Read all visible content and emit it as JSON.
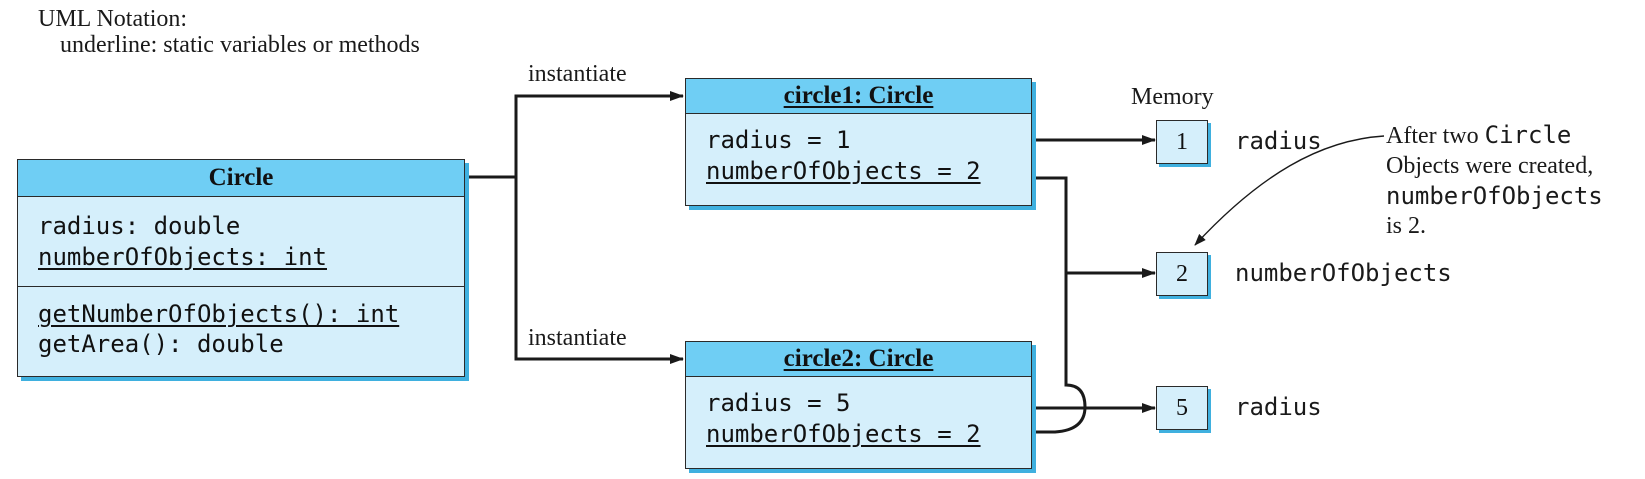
{
  "notation": {
    "title": "UML Notation:",
    "line": "underline: static variables or methods"
  },
  "class_box": {
    "name": "Circle",
    "attributes": [
      {
        "text": "radius: double",
        "static": false
      },
      {
        "text": "numberOfObjects: int",
        "static": true
      }
    ],
    "methods": [
      {
        "text": "getNumberOfObjects(): int",
        "static": true
      },
      {
        "text": "getArea(): double",
        "static": false
      }
    ]
  },
  "edges": {
    "instantiate_top": "instantiate",
    "instantiate_bottom": "instantiate"
  },
  "objects": [
    {
      "name": "circle1: Circle",
      "radius": "radius = 1",
      "count": "numberOfObjects = 2"
    },
    {
      "name": "circle2: Circle",
      "radius": "radius = 5",
      "count": "numberOfObjects = 2"
    }
  ],
  "memory": {
    "title": "Memory",
    "cells": [
      {
        "value": "1",
        "label": "radius"
      },
      {
        "value": "2",
        "label": "numberOfObjects"
      },
      {
        "value": "5",
        "label": "radius"
      }
    ]
  },
  "note": {
    "part1": "After two ",
    "part1_code": "Circle",
    "part2": "Objects were created,",
    "part3_code": "numberOfObjects",
    "part4": "is 2."
  },
  "colors": {
    "header": "#6fcef4",
    "body": "#d5effb",
    "shadow": "#3fb0df",
    "line": "#1a1a1a"
  }
}
